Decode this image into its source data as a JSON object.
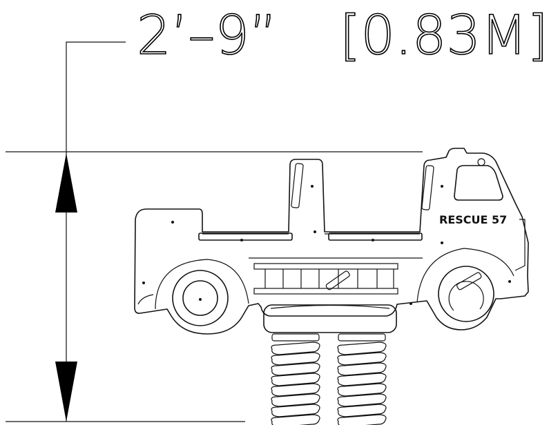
{
  "dimension": {
    "imperial": "2’–9”",
    "metric": "[0.83M]"
  },
  "truck": {
    "label": "RESCUE 57"
  },
  "colors": {
    "line": "#111111",
    "background": "#ffffff"
  }
}
